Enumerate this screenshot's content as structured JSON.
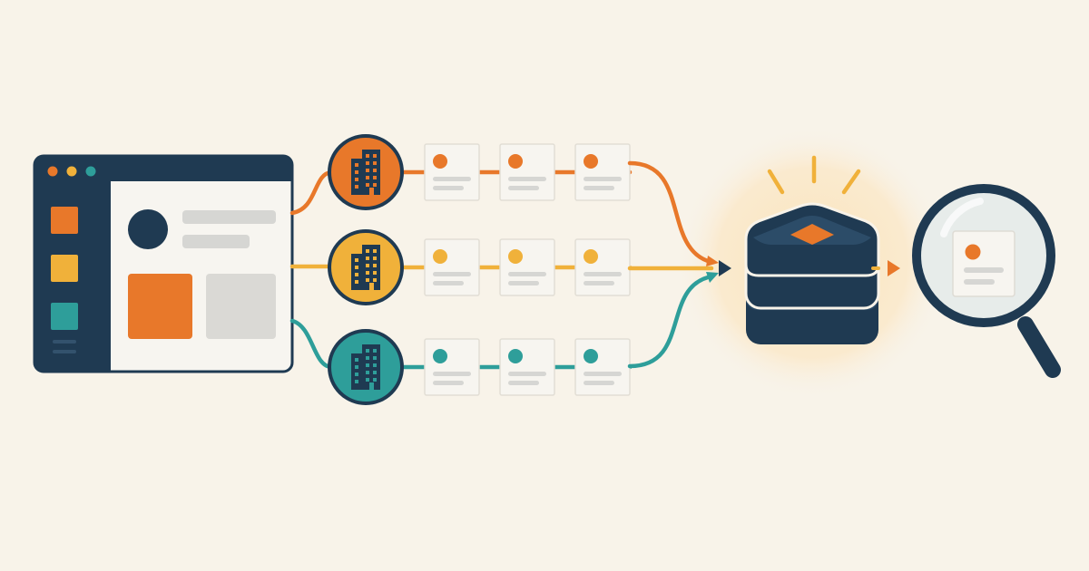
{
  "colors": {
    "background": "#f8f3e9",
    "navy": "#1f3a52",
    "orange": "#e8782a",
    "yellow": "#f0b13a",
    "teal": "#2e9e9a",
    "card": "#f7f5f0",
    "placeholder": "#d6d6d3",
    "glow": "#fbe6bf"
  },
  "app_window": {
    "traffic_lights": [
      "orange",
      "yellow",
      "teal"
    ],
    "sidebar_squares": [
      "orange",
      "yellow",
      "teal"
    ],
    "icon": "browser-window-icon"
  },
  "sources": [
    {
      "id": "orange",
      "color": "#e8782a",
      "icon": "building-icon",
      "card_count": 3
    },
    {
      "id": "yellow",
      "color": "#f0b13a",
      "icon": "building-icon",
      "card_count": 3
    },
    {
      "id": "teal",
      "color": "#2e9e9a",
      "icon": "building-icon",
      "card_count": 3
    }
  ],
  "hub": {
    "icon": "stacked-database-icon",
    "rays": 3
  },
  "inspector": {
    "icon": "magnifying-glass-icon",
    "document_icon": "document-card-icon"
  }
}
